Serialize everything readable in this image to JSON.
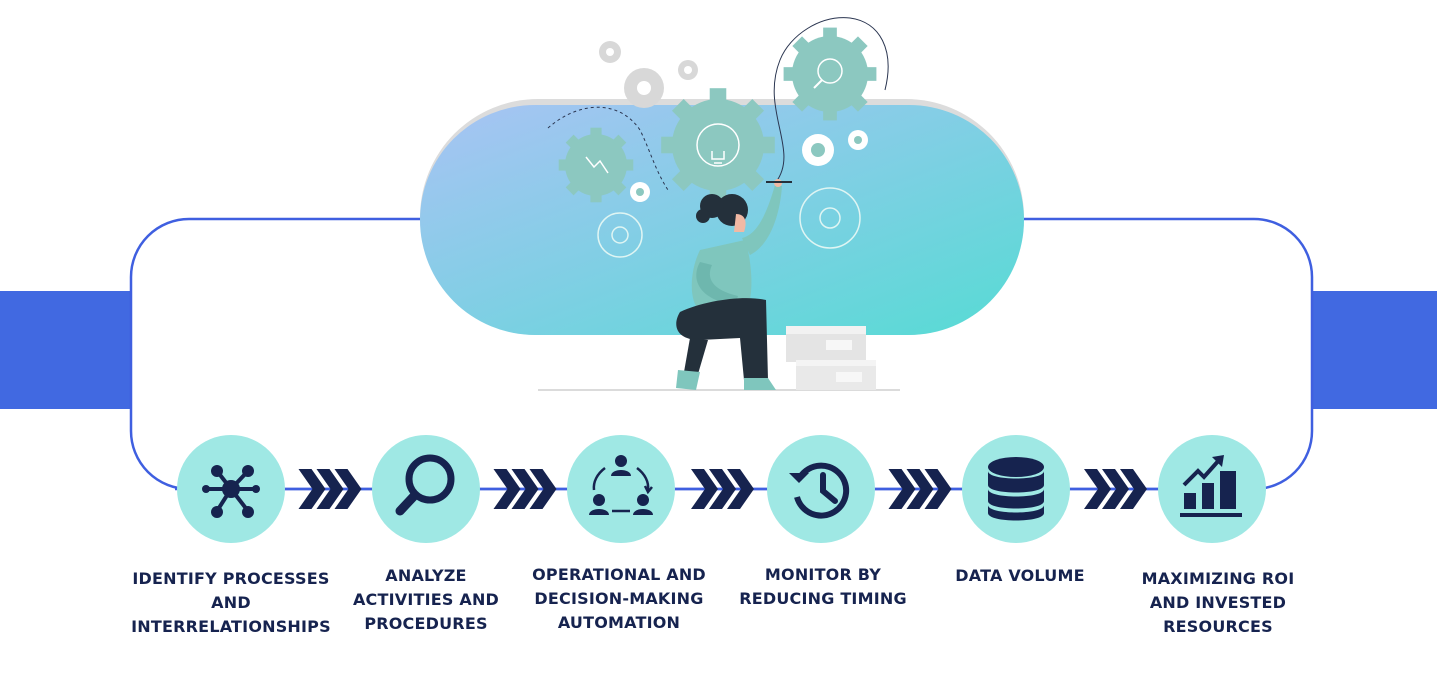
{
  "colors": {
    "band": "#4169e1",
    "frame": "#3f5fe0",
    "circle_fill": "#9fe8e4",
    "icon_navy": "#16234f",
    "pill_start": "#a9c3f4",
    "pill_end": "#56dbd4",
    "gear": "#8cc8c0",
    "gear_light": "#d8d8d8"
  },
  "steps": [
    {
      "icon": "network-hub-icon",
      "label": "IDENTIFY PROCESSES\nAND\nINTERRELATIONSHIPS"
    },
    {
      "icon": "magnifier-icon",
      "label": "ANALYZE\nACTIVITIES AND\nPROCEDURES"
    },
    {
      "icon": "team-cycle-icon",
      "label": "OPERATIONAL AND\nDECISION-MAKING\nAUTOMATION"
    },
    {
      "icon": "history-clock-icon",
      "label": "MONITOR BY\nREDUCING TIMING"
    },
    {
      "icon": "database-icon",
      "label": "DATA VOLUME"
    },
    {
      "icon": "growth-chart-icon",
      "label": "MAXIMIZING ROI\nAND INVESTED\nRESOURCES"
    }
  ],
  "connector_icon": "triple-chevron-right-icon",
  "illustration": {
    "subject": "woman-drawing-gears-illustration",
    "icons": [
      "lightbulb-gear-icon",
      "search-gear-icon",
      "chart-gear-icon"
    ]
  }
}
